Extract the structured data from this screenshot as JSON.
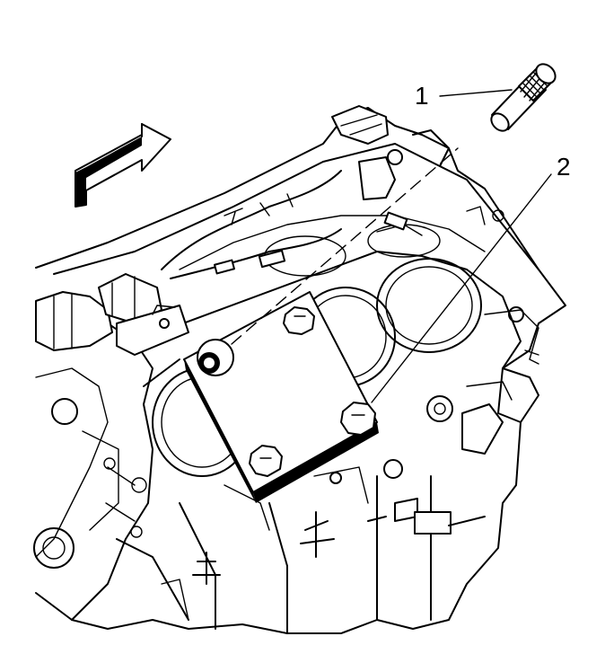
{
  "diagram": {
    "callouts": [
      {
        "id": 1,
        "label": "1"
      },
      {
        "id": 2,
        "label": "2"
      }
    ],
    "parts": {
      "callout_1": "guide-pin",
      "callout_2": "cylinder-head-bolt"
    },
    "direction_arrow": "arrow-pointing-upper-right"
  }
}
